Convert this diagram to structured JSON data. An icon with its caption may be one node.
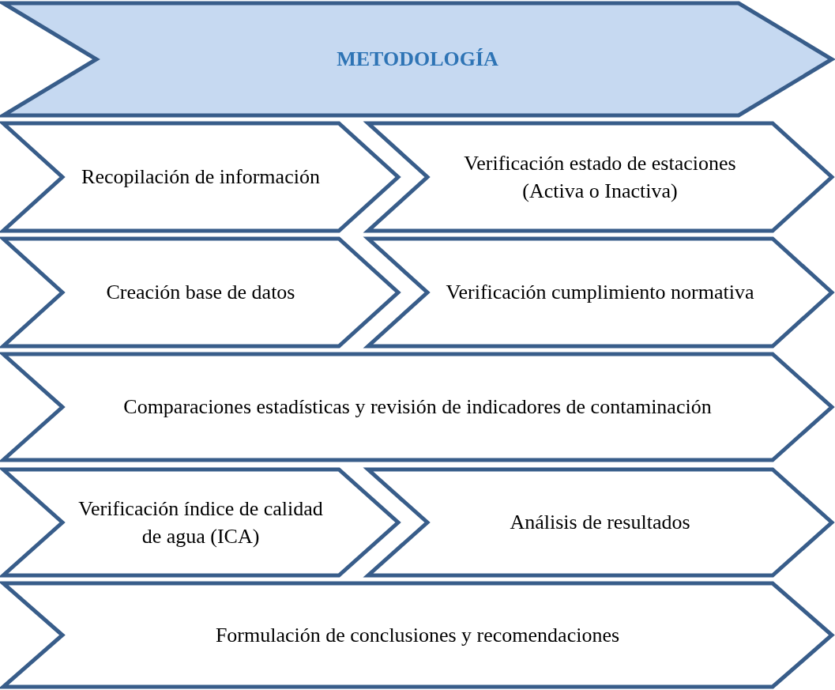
{
  "diagram": {
    "nodes": [
      {
        "text": [
          "METODOLOGÍA"
        ]
      },
      {
        "text": [
          "Recopilación de información"
        ]
      },
      {
        "text": [
          "Verificación estado de estaciones (Activa o Inactiva)"
        ]
      },
      {
        "text": [
          "Creación base de datos"
        ]
      },
      {
        "text": [
          "Verificación cumplimiento normativa"
        ]
      },
      {
        "text": [
          "Comparaciones estadísticas y revisión de indicadores de contaminación"
        ]
      },
      {
        "text": [
          "Verificación índice de calidad de agua (ICA)"
        ]
      },
      {
        "text": [
          "Análisis de resultados"
        ]
      },
      {
        "text": [
          "Formulación de conclusiones y recomendaciones"
        ]
      }
    ]
  }
}
